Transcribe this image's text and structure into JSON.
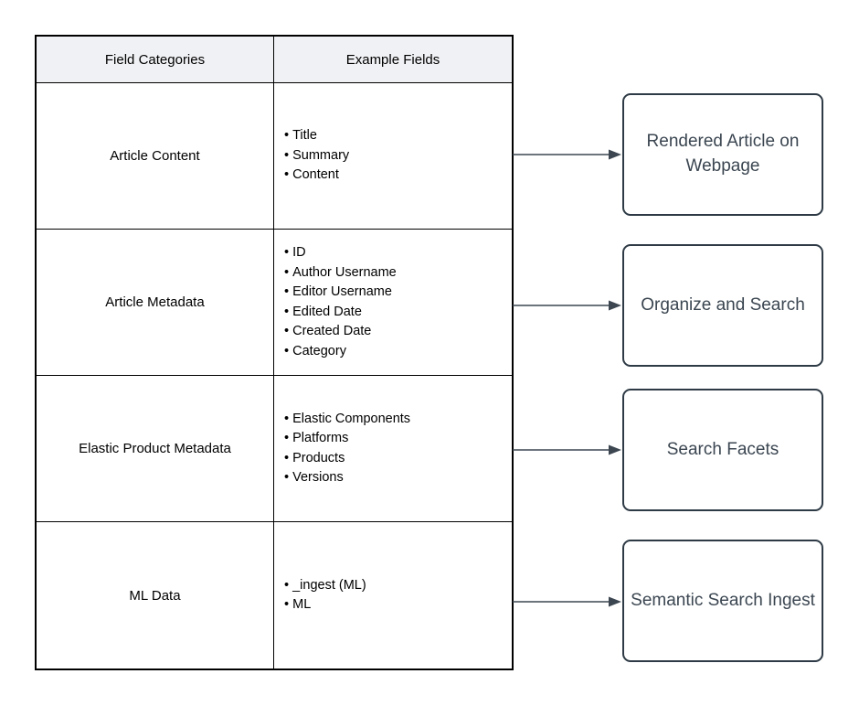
{
  "table": {
    "headers": [
      "Field Categories",
      "Example Fields"
    ],
    "rows": [
      {
        "category": "Article Content",
        "fields": [
          "Title",
          "Summary",
          "Content"
        ],
        "target": "Rendered Article on Webpage"
      },
      {
        "category": "Article Metadata",
        "fields": [
          "ID",
          "Author Username",
          "Editor Username",
          "Edited Date",
          "Created Date",
          "Category"
        ],
        "target": "Organize and Search"
      },
      {
        "category": "Elastic Product Metadata",
        "fields": [
          "Elastic Components",
          "Platforms",
          "Products",
          "Versions"
        ],
        "target": "Search Facets"
      },
      {
        "category": "ML Data",
        "fields": [
          "_ingest (ML)",
          "ML"
        ],
        "target": "Semantic Search Ingest"
      }
    ]
  },
  "colors": {
    "background": "#ffffff",
    "table_border": "#000000",
    "header_bg": "#f0f1f4",
    "box_border": "#2e3a45",
    "box_text": "#3b4651",
    "arrow": "#3c4650"
  }
}
